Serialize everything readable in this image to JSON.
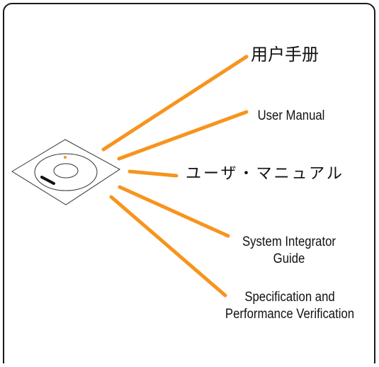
{
  "labels": {
    "chinese_manual": "用户手册",
    "user_manual": "User Manual",
    "japanese_manual": "ユーザ・マニュアル",
    "integrator_guide_line1": "System Integrator",
    "integrator_guide_line2": "Guide",
    "spec_line1": "Specification and",
    "spec_line2": "Performance Verification"
  },
  "colors": {
    "ray": "#f7941d",
    "frame": "#1a1a1a",
    "disc_marker": "#f7941d"
  },
  "icons": {
    "media": "cd-disc-icon"
  }
}
